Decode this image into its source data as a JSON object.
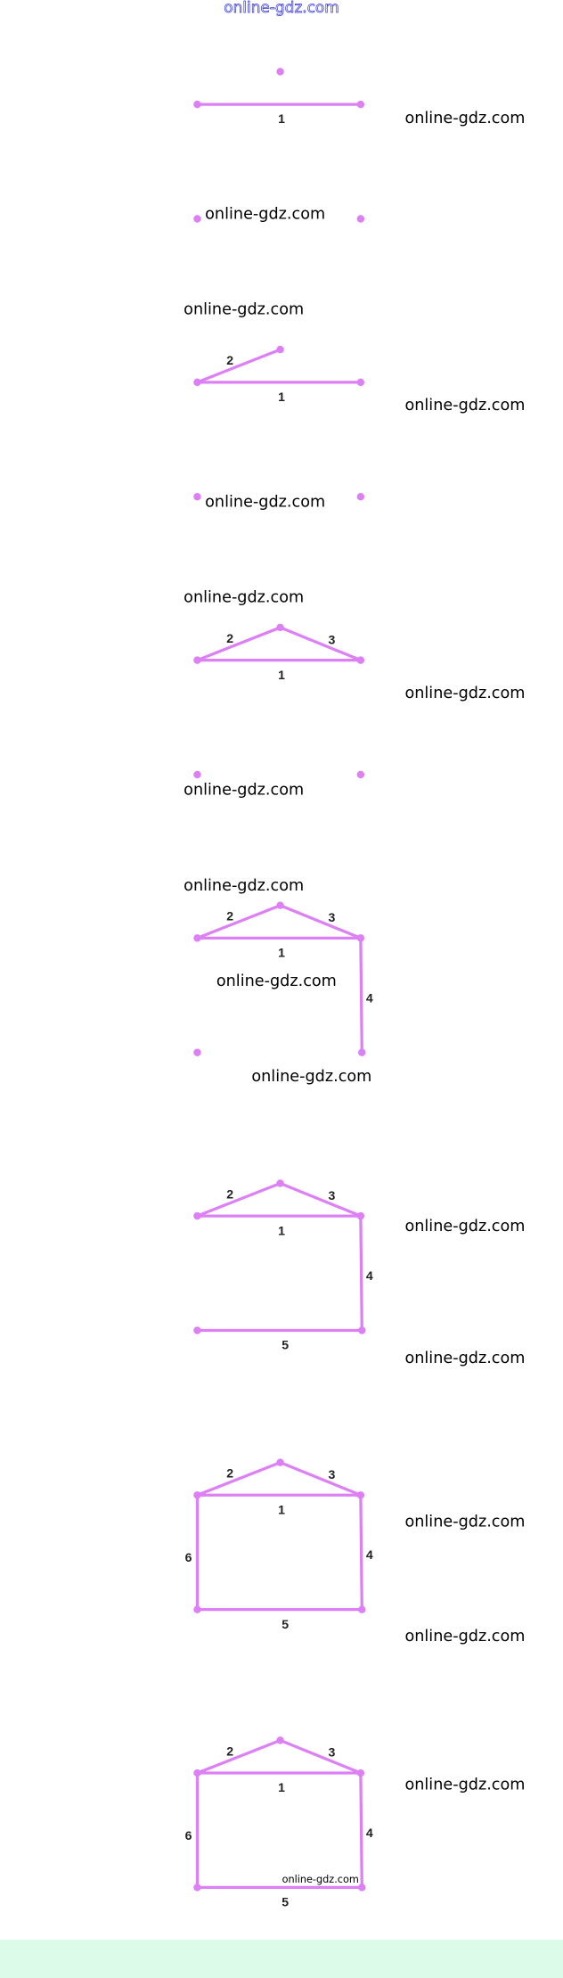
{
  "header_watermark": "online-gdz.com",
  "watermarks": [
    "online-gdz.com",
    "online-gdz.com",
    "online-gdz.com",
    "online-gdz.com",
    "online-gdz.com",
    "online-gdz.com",
    "online-gdz.com",
    "online-gdz.com",
    "online-gdz.com",
    "online-gdz.com",
    "online-gdz.com",
    "online-gdz.com",
    "online-gdz.com",
    "online-gdz.com",
    "online-gdz.com",
    "online-gdz.com"
  ],
  "edge_labels": {
    "1": "1",
    "2": "2",
    "3": "3",
    "4": "4",
    "5": "5",
    "6": "6"
  },
  "frames": [
    {
      "step": 1,
      "edges": [
        1
      ],
      "dots": [
        "top",
        "left",
        "right"
      ]
    },
    {
      "step": 2,
      "edges": [],
      "dots": [
        "left",
        "right"
      ]
    },
    {
      "step": 3,
      "edges": [
        1,
        2
      ],
      "dots": [
        "top",
        "left",
        "right"
      ]
    },
    {
      "step": 4,
      "edges": [],
      "dots": [
        "left",
        "right"
      ]
    },
    {
      "step": 5,
      "edges": [
        1,
        2,
        3
      ],
      "dots": [
        "top",
        "left",
        "right"
      ]
    },
    {
      "step": 6,
      "edges": [],
      "dots": [
        "left",
        "right"
      ]
    },
    {
      "step": 7,
      "edges": [
        1,
        2,
        3,
        4
      ],
      "dots": [
        "top",
        "left",
        "right",
        "bl",
        "br"
      ]
    },
    {
      "step": 8,
      "edges": [
        1,
        2,
        3,
        4,
        5
      ],
      "dots": [
        "top",
        "left",
        "right",
        "bl",
        "br"
      ]
    },
    {
      "step": 9,
      "edges": [
        1,
        2,
        3,
        4,
        5,
        6
      ],
      "dots": [
        "top",
        "left",
        "right",
        "bl",
        "br"
      ]
    },
    {
      "step": 10,
      "edges": [
        1,
        2,
        3,
        4,
        5,
        6
      ],
      "dots": [
        "top",
        "left",
        "right",
        "bl",
        "br"
      ]
    }
  ],
  "colors": {
    "stroke": "#dd80f5",
    "footer": "#dcfce9",
    "header_text": "#3030e0"
  }
}
